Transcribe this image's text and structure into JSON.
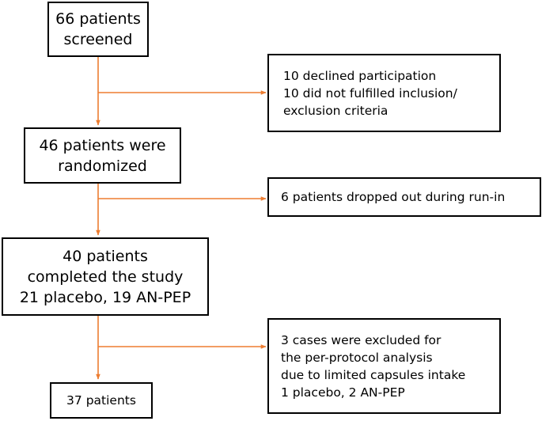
{
  "colors": {
    "arrow": "#ED7D31",
    "box_border": "#000000",
    "text": "#000000"
  },
  "boxes": {
    "screened": [
      "66 patients",
      "screened"
    ],
    "excluded_screening": [
      "10 declined participation",
      "10 did not fulfilled inclusion/",
      "exclusion criteria"
    ],
    "randomized": [
      "46 patients were",
      "randomized"
    ],
    "dropped_out": [
      "6 patients dropped out during run-in"
    ],
    "completed": [
      "40 patients",
      "completed the study",
      "21 placebo, 19 AN-PEP"
    ],
    "excluded_protocol": [
      "3 cases were excluded  for",
      "the per-protocol analysis",
      "due to limited capsules intake",
      "1 placebo, 2 AN-PEP"
    ],
    "final": [
      "37 patients"
    ]
  }
}
